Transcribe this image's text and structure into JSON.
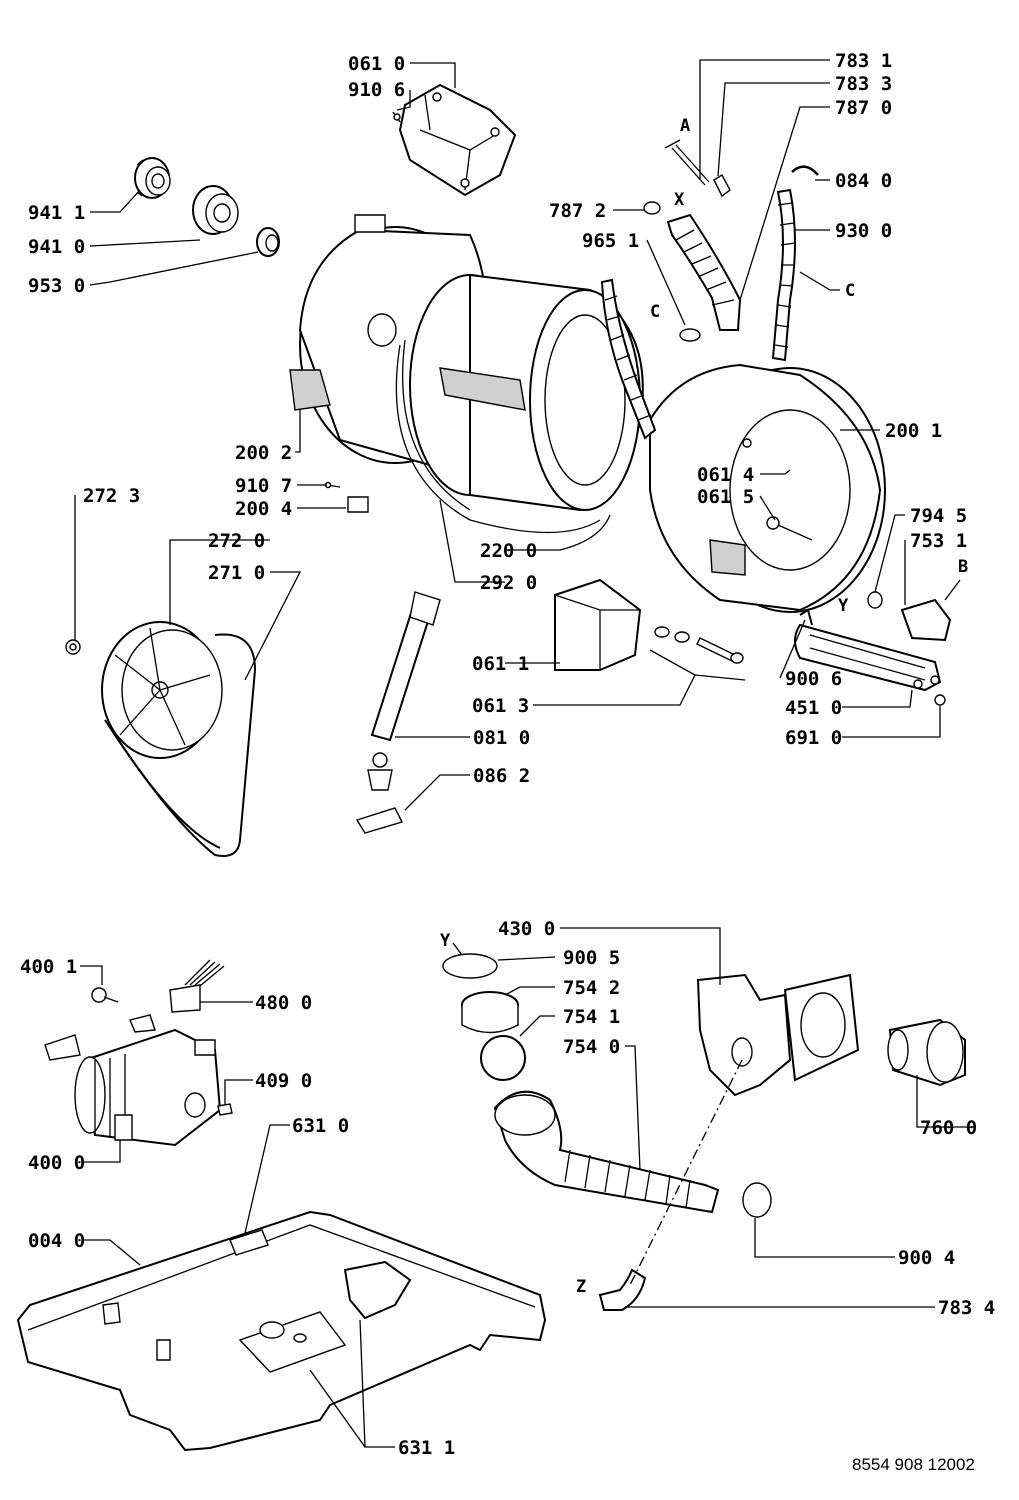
{
  "document_number": "8554 908 12002",
  "letters": {
    "A": "A",
    "B": "B",
    "C": "C",
    "X": "X",
    "Y": "Y",
    "Z": "Z"
  },
  "labels": {
    "p0610": "061 0",
    "p9106": "910 6",
    "p7831": "783 1",
    "p7833": "783 3",
    "p7870": "787 0",
    "p0840": "084 0",
    "p7872": "787 2",
    "p9650": "965 1",
    "p9300": "930 0",
    "p9411": "941 1",
    "p9410": "941 0",
    "p9530": "953 0",
    "p2001": "200 1",
    "p0614": "061 4",
    "p0615": "061 5",
    "p2002": "200 2",
    "p9107": "910 7",
    "p2004": "200 4",
    "p2723": "272 3",
    "p2720": "272 0",
    "p2710": "271 0",
    "p2200": "220 0",
    "p2920": "292 0",
    "p7945": "794 5",
    "p7531": "753 1",
    "p0611": "061 1",
    "p0613": "061 3",
    "p9006": "900 6",
    "p4510": "451 0",
    "p6910": "691 0",
    "p0810": "081 0",
    "p0862": "086 2",
    "p4300": "430 0",
    "p9005": "900 5",
    "p7542": "754 2",
    "p7541": "754 1",
    "p7540": "754 0",
    "p7600": "760 0",
    "p4001": "400 1",
    "p4800": "480 0",
    "p4090": "409 0",
    "p4000": "400 0",
    "p6310": "631 0",
    "p0040": "004 0",
    "p9004": "900 4",
    "p7834": "783 4",
    "p6311": "631 1"
  }
}
